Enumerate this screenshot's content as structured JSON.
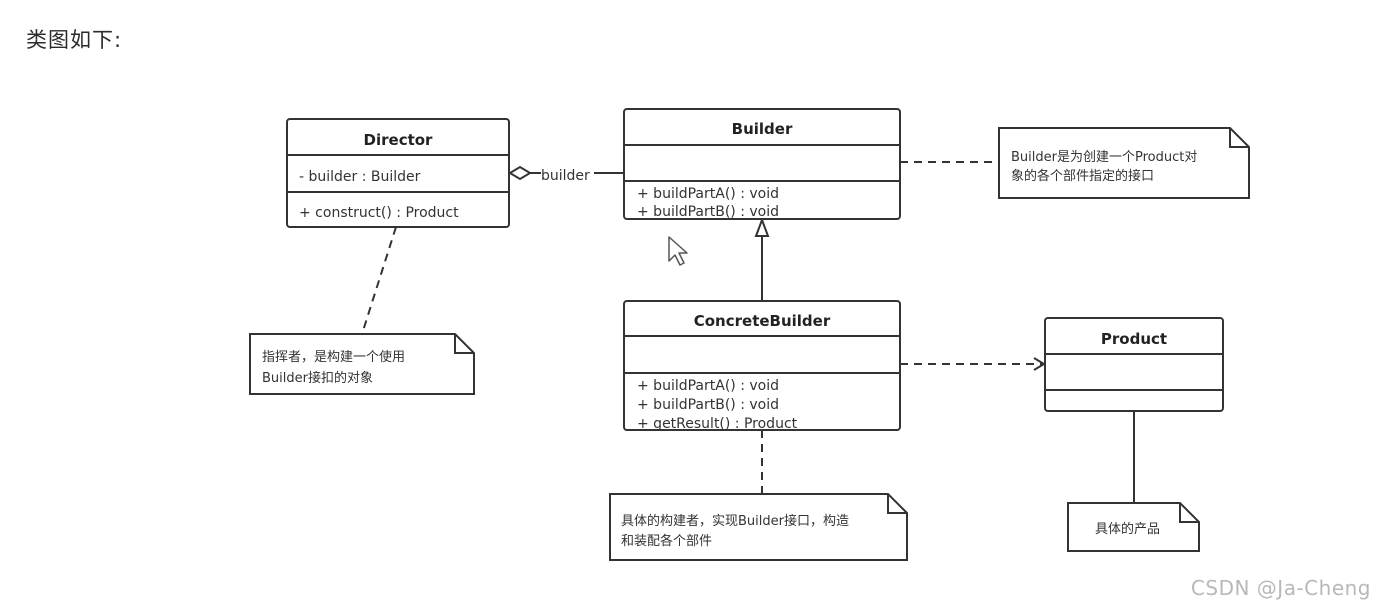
{
  "heading": "类图如下:",
  "watermark": "CSDN @Ja-Cheng",
  "classes": {
    "director": {
      "name": "Director",
      "attributes": [
        "- builder : Builder"
      ],
      "operations": [
        "+ construct()  : Product"
      ]
    },
    "builder": {
      "name": "Builder",
      "attributes": [],
      "operations": [
        "+ buildPartA() : void",
        "+ buildPartB() : void"
      ]
    },
    "concrete_builder": {
      "name": "ConcreteBuilder",
      "attributes": [],
      "operations": [
        "+ buildPartA() : void",
        "+ buildPartB() : void",
        "+ getResult() : Product"
      ]
    },
    "product": {
      "name": "Product",
      "attributes": [],
      "operations": []
    }
  },
  "association_label": "builder",
  "notes": {
    "builder_note": [
      "Builder是为创建一个Product对",
      "象的各个部件指定的接口"
    ],
    "director_note": [
      "指挥者，是构建一个使用",
      "Builder接扣的对象"
    ],
    "concrete_note": [
      "具体的构建者，实现Builder接口，构造",
      "和装配各个部件"
    ],
    "product_note": [
      "具体的产品"
    ]
  }
}
